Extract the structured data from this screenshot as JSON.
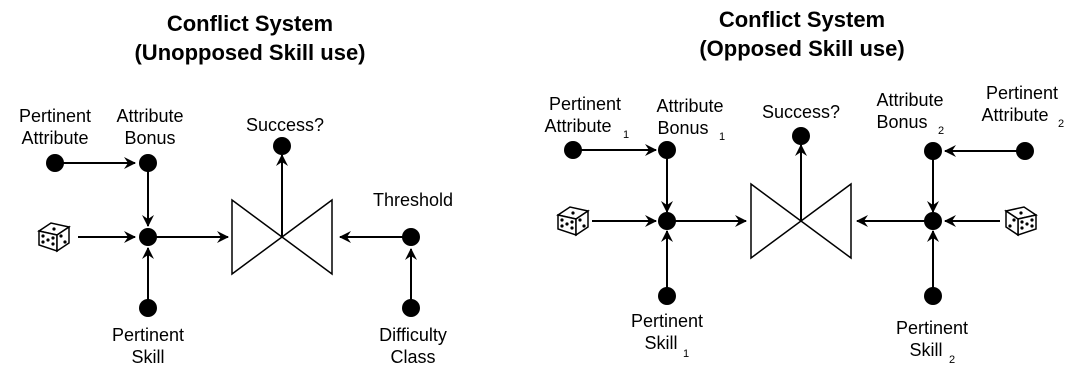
{
  "left": {
    "title_line1": "Conflict System",
    "title_line2": "(Unopposed Skill use)",
    "attr_line1": "Pertinent",
    "attr_line2": "Attribute",
    "bonus_line1": "Attribute",
    "bonus_line2": "Bonus",
    "success": "Success?",
    "threshold": "Threshold",
    "skill_line1": "Pertinent",
    "skill_line2": "Skill",
    "dc_line1": "Difficulty",
    "dc_line2": "Class",
    "dice_icon": "dice-icon"
  },
  "right": {
    "title_line1": "Conflict System",
    "title_line2": "(Opposed Skill use)",
    "attr1_line1": "Pertinent",
    "attr1_line2": "Attribute",
    "attr1_sub": "1",
    "bonus1_line1": "Attribute",
    "bonus1_line2": "Bonus",
    "bonus1_sub": "1",
    "success": "Success?",
    "bonus2_line1": "Attribute",
    "bonus2_line2": "Bonus",
    "bonus2_sub": "2",
    "attr2_line1": "Pertinent",
    "attr2_line2": "Attribute",
    "attr2_sub": "2",
    "skill1_line1": "Pertinent",
    "skill1_line2": "Skill",
    "skill1_sub": "1",
    "skill2_line1": "Pertinent",
    "skill2_line2": "Skill",
    "skill2_sub": "2",
    "dice_icon": "dice-icon"
  }
}
